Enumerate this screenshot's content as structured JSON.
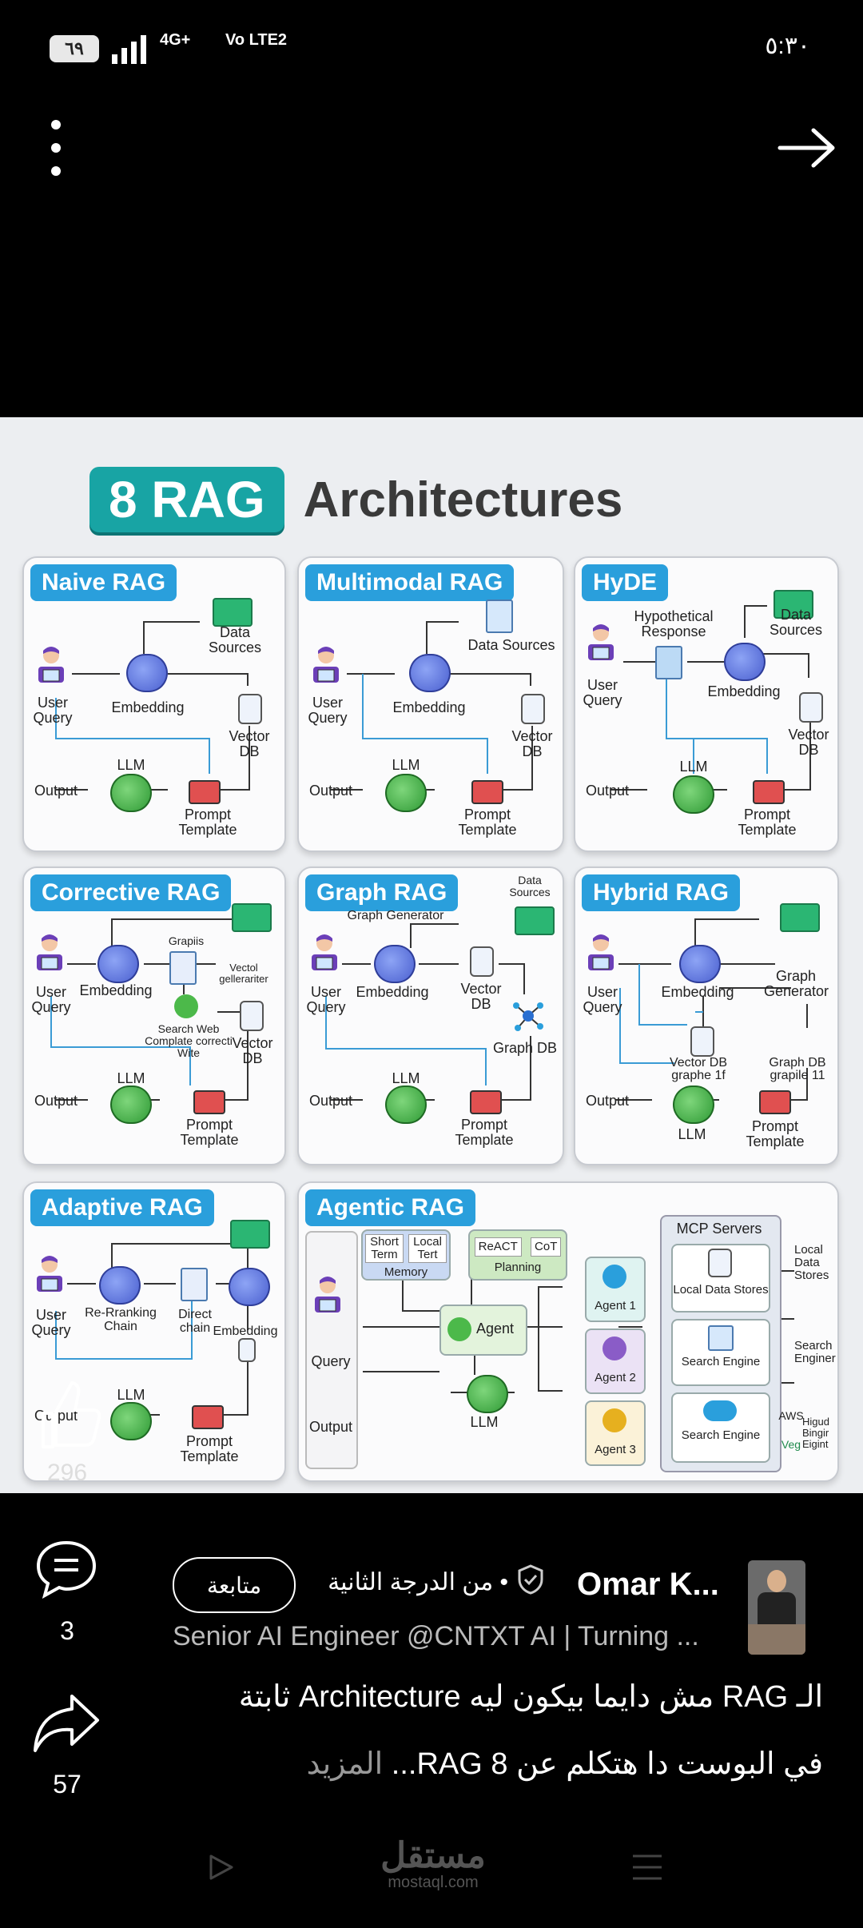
{
  "status_bar": {
    "battery": "٦٩",
    "network": "4G+",
    "volte": "Vo LTE2",
    "time": "٥:٣٠"
  },
  "infographic": {
    "title_badge": "8 RAG",
    "title_rest": "Architectures",
    "panels": {
      "naive": {
        "title": "Naive RAG",
        "user_query": "User Query",
        "embedding": "Embedding",
        "data_sources": "Data Sources",
        "vector_db": "Vector DB",
        "llm": "LLM",
        "output": "Output",
        "prompt_template": "Prompt Template"
      },
      "multimodal": {
        "title": "Multimodal RAG",
        "user_query": "User Query",
        "embedding": "Embedding",
        "data_sources": "Data Sources",
        "vector_db": "Vector DB",
        "llm": "LLM",
        "output": "Output",
        "prompt_template": "Prompt Template"
      },
      "hyde": {
        "title": "HyDE",
        "hypothetical": "Hypothetical Response",
        "data_sources": "Data Sources",
        "user_query": "User Query",
        "embedding": "Embedding",
        "vector_db": "Vector DB",
        "llm": "LLM",
        "output": "Output",
        "prompt_template": "Prompt Template"
      },
      "corrective": {
        "title": "Corrective RAG",
        "user_query": "User Query",
        "embedding": "Embedding",
        "grapiis": "Grapiis",
        "vectol": "Vectol gellerariter",
        "search_web": "Search Web Complate correcti Wite",
        "vector_db": "Vector DB",
        "llm": "LLM",
        "output": "Output",
        "prompt_template": "Prompt Template"
      },
      "graph": {
        "title": "Graph RAG",
        "data_sources": "Data Sources",
        "graph_generator": "Graph Generator",
        "user_query": "User Query",
        "embedding": "Embedding",
        "vector_db": "Vector DB",
        "graph_db": "Graph DB",
        "llm": "LLM",
        "output": "Output",
        "prompt_template": "Prompt Template"
      },
      "hybrid": {
        "title": "Hybrid RAG",
        "user_query": "User Query",
        "embedding": "Embedding",
        "graph_generator": "Graph Generator",
        "vector_db": "Vector DB graphe 1f",
        "graph_db": "Graph DB grapile 11",
        "output": "Output",
        "llm": "LLM",
        "prompt_template": "Prompt Template"
      },
      "adaptive": {
        "title": "Adaptive RAG",
        "user_query": "User Query",
        "reranking": "Re-Rranking Chain",
        "direct": "Direct chain",
        "embedding": "Embedding",
        "llm": "LLM",
        "output": "Output",
        "prompt_template": "Prompt Template"
      },
      "agentic": {
        "title": "Agentic RAG",
        "short_term": "Short Term",
        "local_tert": "Local Tert",
        "memory": "Memory",
        "react": "ReACT",
        "cot": "CoT",
        "planning": "Planning",
        "query": "Query",
        "output": "Output",
        "agent": "Agent",
        "llm": "LLM",
        "agent1": "Agent 1",
        "agent2": "Agent 2",
        "agent3": "Agent 3",
        "mcp_servers": "MCP Servers",
        "local_data_stores": "Local Data Stores",
        "search_engine1": "Search Engine",
        "search_engine2": "Search Engine",
        "local_data_stores_side": "Local Data Stores",
        "search_engine_side": "Search Enginer",
        "aws": "AWS",
        "higud": "Higud Bingir Eigint",
        "veg": "Veg"
      }
    }
  },
  "post": {
    "like_count": "296",
    "comment_count": "3",
    "share_count": "57",
    "author": "Omar K...",
    "degree": "• من الدرجة الثانية",
    "follow": "متابعة",
    "headline": "Senior AI Engineer @CNTXT AI | Turning ...",
    "caption_line1": "الـ RAG مش دايما بيكون ليه Architecture ثابتة",
    "caption_line2": "في البوست دا هتكلم عن  RAG 8...",
    "more": " المزيد"
  },
  "watermark": {
    "line1": "مستقل",
    "line2": "mostaql.com"
  },
  "colors": {
    "background": "#000000",
    "panel_title": "#2a9fdc",
    "title_badge": "#18a4a4"
  }
}
